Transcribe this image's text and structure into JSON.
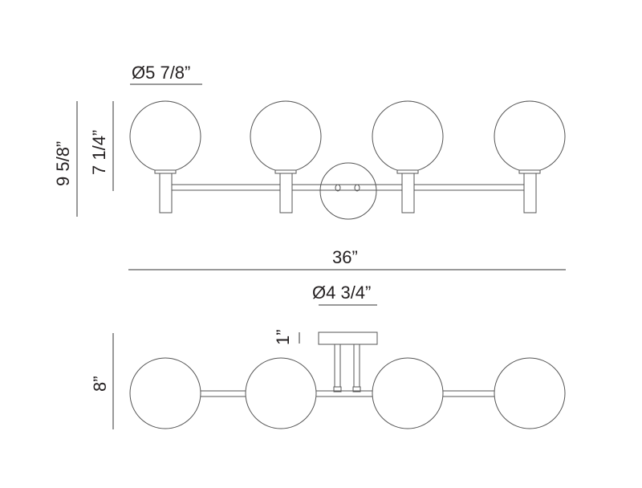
{
  "drawing": {
    "front_view": {
      "globe_diameter": "Ø5 7/8”",
      "overall_height": "9 5/8”",
      "globe_height": "7 1/4”",
      "overall_width": "36”"
    },
    "top_view": {
      "canopy_diameter": "Ø4 3/4”",
      "canopy_height": "1”",
      "depth": "8”"
    },
    "colors": {
      "line": "#555555",
      "text": "#231f20"
    }
  }
}
